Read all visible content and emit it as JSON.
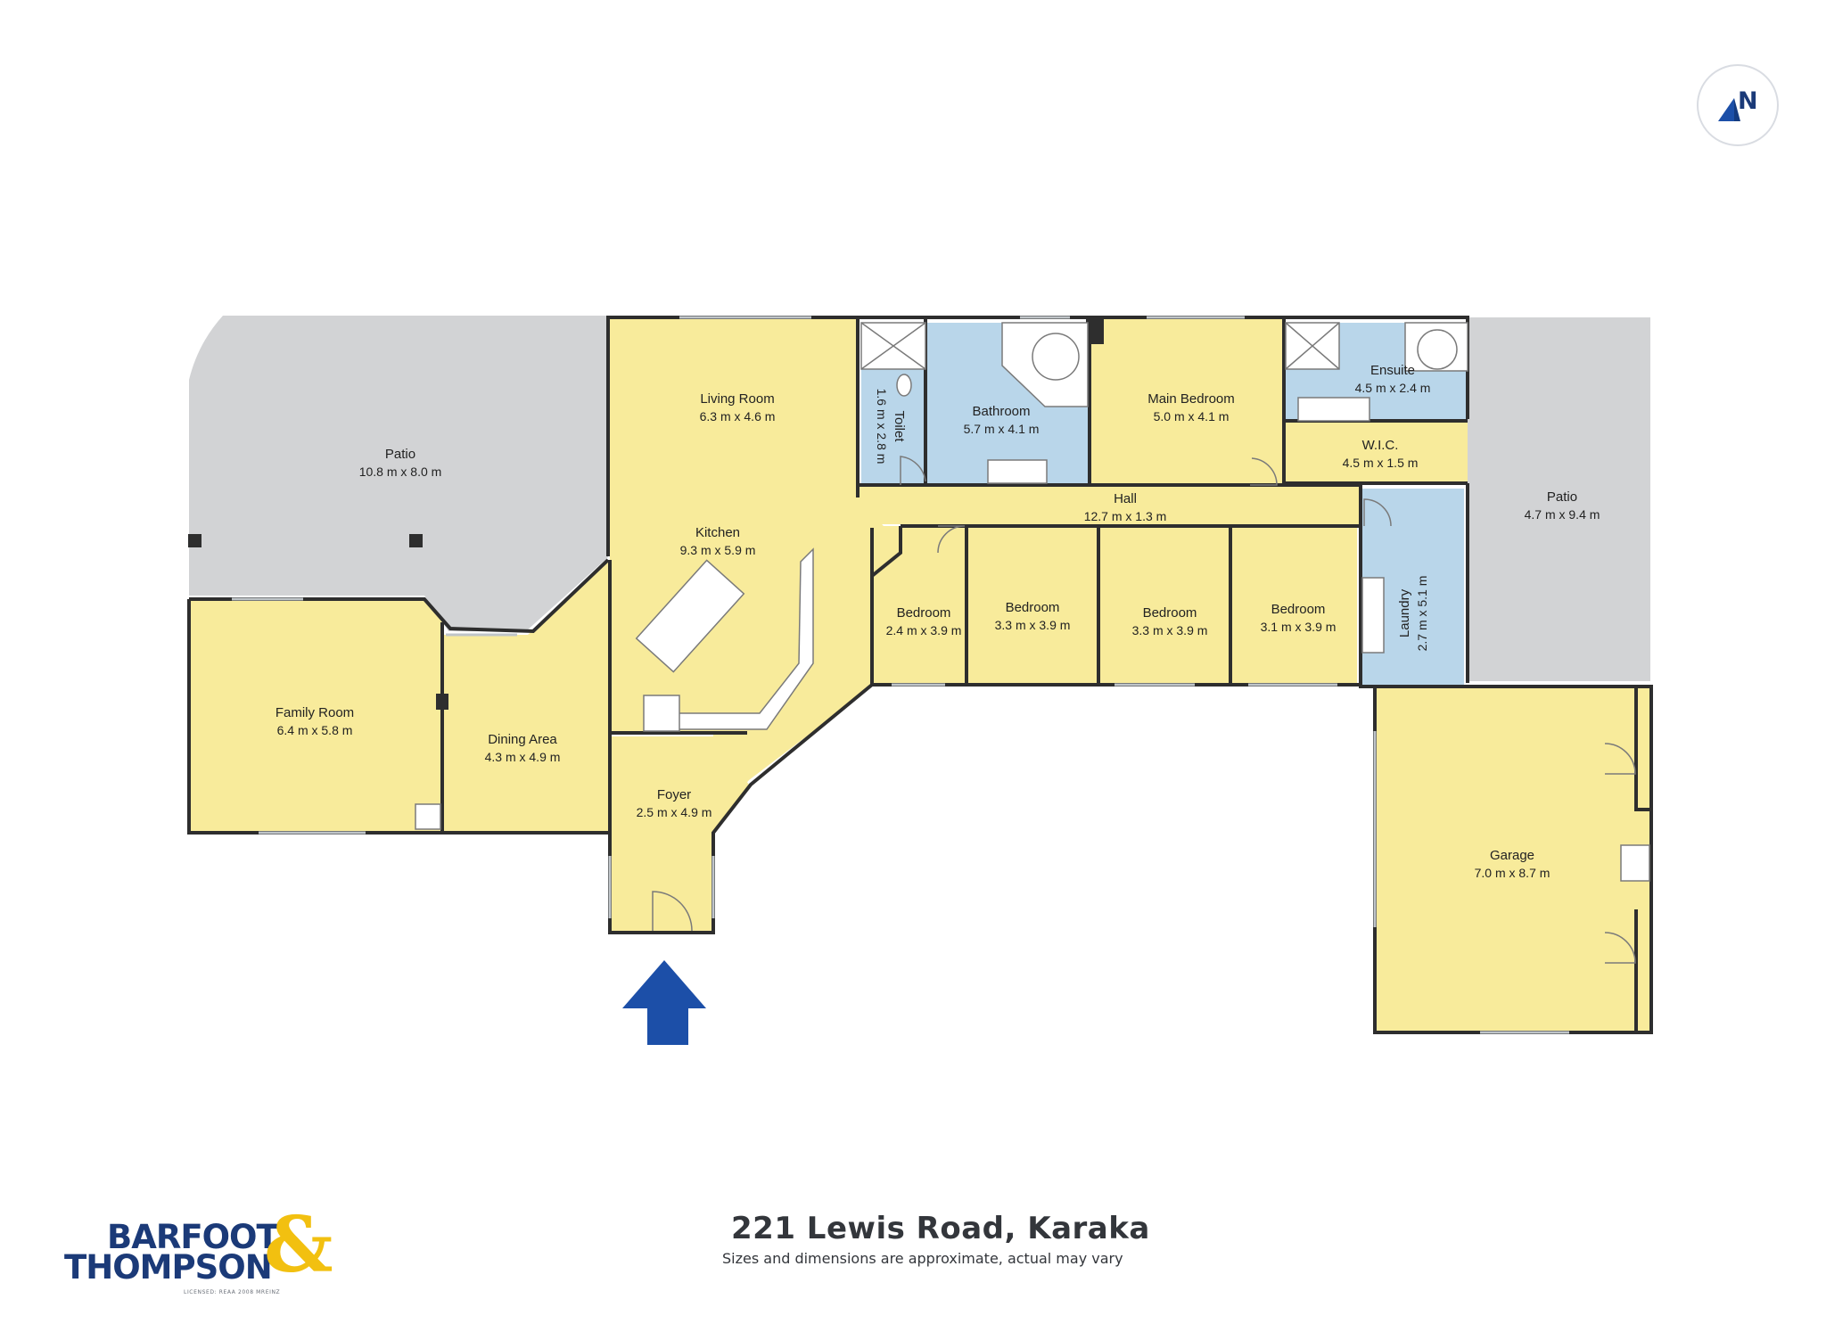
{
  "address": "221 Lewis Road,  Karaka",
  "disclaimer": "Sizes and dimensions are approximate, actual may vary",
  "brand": {
    "line1": "BARFOOT",
    "line2": "THOMPSON",
    "ampersand": "&",
    "license": "LICENSED: REAA 2008 MREINZ",
    "navy": "#1b3a78",
    "gold": "#f2c010"
  },
  "compass": {
    "label": "N",
    "icon": "north-arrow-icon"
  },
  "entrance": {
    "icon": "entrance-arrow-icon",
    "color": "#1c4fa8"
  },
  "colors": {
    "living": "#f8eb9b",
    "wet_area": "#b9d6ea",
    "outdoor": "#d2d3d5",
    "wall": "#2e2e2e"
  },
  "rooms": {
    "patio_west": {
      "name": "Patio",
      "dims": "10.8 m x 8.0 m"
    },
    "living_room": {
      "name": "Living Room",
      "dims": "6.3 m x 4.6 m"
    },
    "toilet": {
      "name": "Toilet",
      "dims": "1.6 m x 2.8 m"
    },
    "bathroom": {
      "name": "Bathroom",
      "dims": "5.7 m x 4.1 m"
    },
    "main_bedroom": {
      "name": "Main Bedroom",
      "dims": "5.0 m x 4.1 m"
    },
    "ensuite": {
      "name": "Ensuite",
      "dims": "4.5 m x 2.4 m"
    },
    "wic": {
      "name": "W.I.C.",
      "dims": "4.5 m x 1.5 m"
    },
    "patio_east": {
      "name": "Patio",
      "dims": "4.7 m x 9.4 m"
    },
    "hall": {
      "name": "Hall",
      "dims": "12.7 m x 1.3 m"
    },
    "kitchen": {
      "name": "Kitchen",
      "dims": "9.3 m x 5.9 m"
    },
    "bedroom_1": {
      "name": "Bedroom",
      "dims": "2.4 m x 3.9 m"
    },
    "bedroom_2": {
      "name": "Bedroom",
      "dims": "3.3 m x 3.9 m"
    },
    "bedroom_3": {
      "name": "Bedroom",
      "dims": "3.3 m x 3.9 m"
    },
    "bedroom_4": {
      "name": "Bedroom",
      "dims": "3.1 m x 3.9 m"
    },
    "laundry": {
      "name": "Laundry",
      "dims": "2.7 m x 5.1 m"
    },
    "family_room": {
      "name": "Family Room",
      "dims": "6.4 m x 5.8 m"
    },
    "dining_area": {
      "name": "Dining Area",
      "dims": "4.3 m x 4.9 m"
    },
    "foyer": {
      "name": "Foyer",
      "dims": "2.5 m x 4.9 m"
    },
    "garage": {
      "name": "Garage",
      "dims": "7.0 m x 8.7 m"
    }
  }
}
